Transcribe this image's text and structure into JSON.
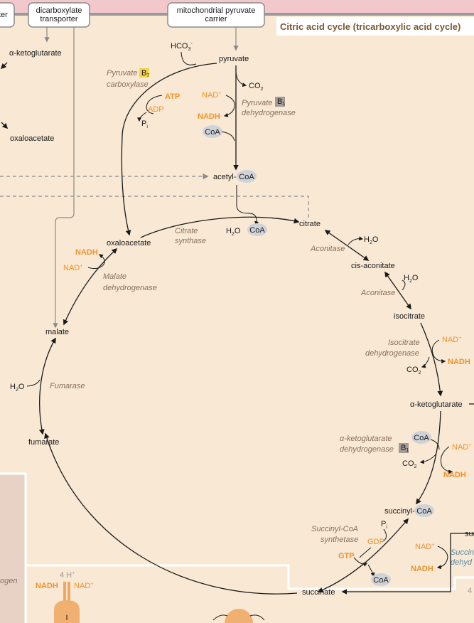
{
  "header": {
    "left_box": "ter",
    "dicarboxylate_box": [
      "dicarboxylate",
      "transporter"
    ],
    "pyruvate_carrier_box": [
      "mitochondrial pyruvate",
      "carrier"
    ],
    "title": "Citric acid cycle (tricarboxylic acid cycle)"
  },
  "metabolites": {
    "alpha_ketoglutarate_left": "α-ketoglutarate",
    "oxaloacetate_left": "oxaloacetate",
    "pyruvate": "pyruvate",
    "acetyl": "acetyl-",
    "citrate": "citrate",
    "cis_aconitate": "cis-aconitate",
    "isocitrate": "isocitrate",
    "alpha_ketoglutarate": "α-ketoglutarate",
    "succinyl": "succinyl-",
    "succinate": "succinate",
    "fumarate": "fumarate",
    "malate": "malate",
    "oxaloacetate": "oxaloacetate",
    "succ_right_cut": "suc"
  },
  "enzymes": {
    "pyruvate_carboxylase": [
      "Pyruvate",
      "carboxylase"
    ],
    "pyruvate_dehydrogenase": [
      "Pyruvate",
      "dehydrogenase"
    ],
    "citrate_synthase": [
      "Citrate",
      "synthase"
    ],
    "aconitase_1": "Aconitase",
    "aconitase_2": "Aconitase",
    "isocitrate_dh": [
      "Isocitrate",
      "dehydrogenase"
    ],
    "akg_dh": [
      "α-ketoglutarate",
      "dehydrogenase"
    ],
    "succinyl_coa_synthetase": [
      "Succinyl-CoA",
      "synthetase"
    ],
    "fumarase": "Fumarase",
    "malate_dh": [
      "Malate",
      "dehydrogenase"
    ],
    "succ_dh_cut": [
      "Succin",
      "dehyd"
    ]
  },
  "cofactors": {
    "hco3": "HCO",
    "hco3_sub": "3",
    "hco3_sup": "-",
    "atp": "ATP",
    "adp": "ADP",
    "pi": "P",
    "pi_sub": "i",
    "nad_plus": "NAD",
    "plus": "+",
    "nadh": "NADH",
    "coa": "CoA",
    "co2": "CO",
    "co2_sub": "2",
    "h2o": "H",
    "h2o_sub": "2",
    "h2o_o": "O",
    "gdp": "GDP",
    "gtp": "GTP",
    "b1": "B",
    "b1_sub": "1",
    "b7": "B",
    "b7_sub": "7",
    "h4": "4 H",
    "complex_i": "I",
    "ogen": "ogen",
    "four": "4"
  },
  "colors": {
    "background": "#f8e8d4",
    "pink_band": "#f2c8cc",
    "orange": "#f0922b",
    "enzyme_text": "#8a6f5a",
    "coa_pill": "#cfd3d8",
    "cofactor_badge": "#a39b95",
    "b7_badge": "#f2d34a",
    "title_color": "#7a5a32"
  }
}
